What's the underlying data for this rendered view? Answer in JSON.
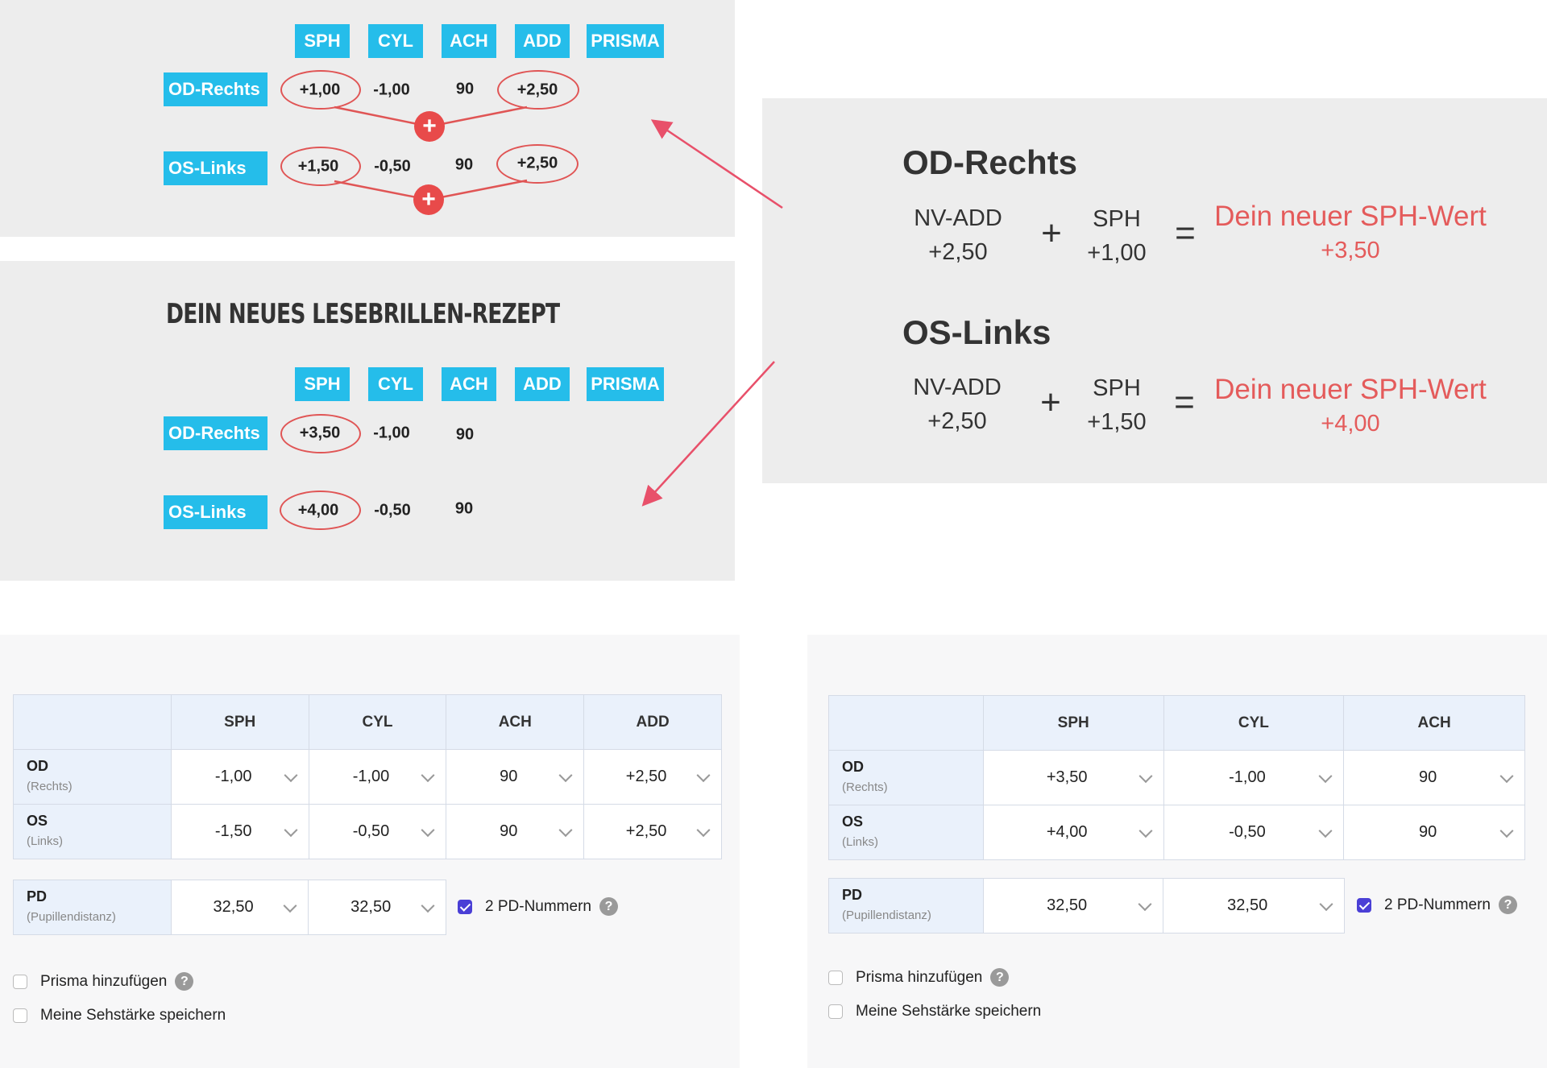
{
  "top": {
    "headers": [
      "SPH",
      "CYL",
      "ACH",
      "ADD",
      "PRISMA"
    ],
    "od": {
      "label": "OD-Rechts",
      "sph": "+1,00",
      "cyl": "-1,00",
      "ach": "90",
      "add": "+2,50"
    },
    "os": {
      "label": "OS-Links",
      "sph": "+1,50",
      "cyl": "-0,50",
      "ach": "90",
      "add": "+2,50"
    },
    "plus_symbol": "+"
  },
  "new_rx": {
    "title": "DEIN NEUES LESEBRILLEN-REZEPT",
    "headers": [
      "SPH",
      "CYL",
      "ACH",
      "ADD",
      "PRISMA"
    ],
    "od": {
      "label": "OD-Rechts",
      "sph": "+3,50",
      "cyl": "-1,00",
      "ach": "90"
    },
    "os": {
      "label": "OS-Links",
      "sph": "+4,00",
      "cyl": "-0,50",
      "ach": "90"
    }
  },
  "calc": {
    "od": {
      "title": "OD-Rechts",
      "add_label": "NV-ADD",
      "add_value": "+2,50",
      "plus": "+",
      "sph_label": "SPH",
      "sph_value": "+1,00",
      "equals": "=",
      "result_label": "Dein neuer SPH-Wert",
      "result_value": "+3,50"
    },
    "os": {
      "title": "OS-Links",
      "add_label": "NV-ADD",
      "add_value": "+2,50",
      "plus": "+",
      "sph_label": "SPH",
      "sph_value": "+1,50",
      "equals": "=",
      "result_label": "Dein neuer SPH-Wert",
      "result_value": "+4,00"
    }
  },
  "form_left": {
    "headers": [
      "SPH",
      "CYL",
      "ACH",
      "ADD"
    ],
    "rows": [
      {
        "label": "OD",
        "sub": "(Rechts)",
        "values": [
          "-1,00",
          "-1,00",
          "90",
          "+2,50"
        ]
      },
      {
        "label": "OS",
        "sub": "(Links)",
        "values": [
          "-1,50",
          "-0,50",
          "90",
          "+2,50"
        ]
      }
    ],
    "pd": {
      "label": "PD",
      "sub": "(Pupillendistanz)",
      "values": [
        "32,50",
        "32,50"
      ]
    },
    "pd_checkbox": {
      "label": "2 PD-Nummern",
      "checked": true
    },
    "prisma": {
      "label": "Prisma hinzufügen",
      "checked": false
    },
    "save": {
      "label": "Meine Sehstärke speichern",
      "checked": false
    }
  },
  "form_right": {
    "headers": [
      "SPH",
      "CYL",
      "ACH"
    ],
    "rows": [
      {
        "label": "OD",
        "sub": "(Rechts)",
        "values": [
          "+3,50",
          "-1,00",
          "90"
        ]
      },
      {
        "label": "OS",
        "sub": "(Links)",
        "values": [
          "+4,00",
          "-0,50",
          "90"
        ]
      }
    ],
    "pd": {
      "label": "PD",
      "sub": "(Pupillendistanz)",
      "values": [
        "32,50",
        "32,50"
      ]
    },
    "pd_checkbox": {
      "label": "2 PD-Nummern",
      "checked": true
    },
    "prisma": {
      "label": "Prisma hinzufügen",
      "checked": false
    },
    "save": {
      "label": "Meine Sehstärke speichern",
      "checked": false
    }
  },
  "colors": {
    "accent_blue": "#25bdea",
    "highlight_red": "#e45b5b",
    "checkbox_purple": "#4a3fd6"
  },
  "icons": [
    "plus-circle-icon",
    "arrow-icon",
    "chevron-down-icon",
    "help-icon",
    "checkbox-icon"
  ]
}
